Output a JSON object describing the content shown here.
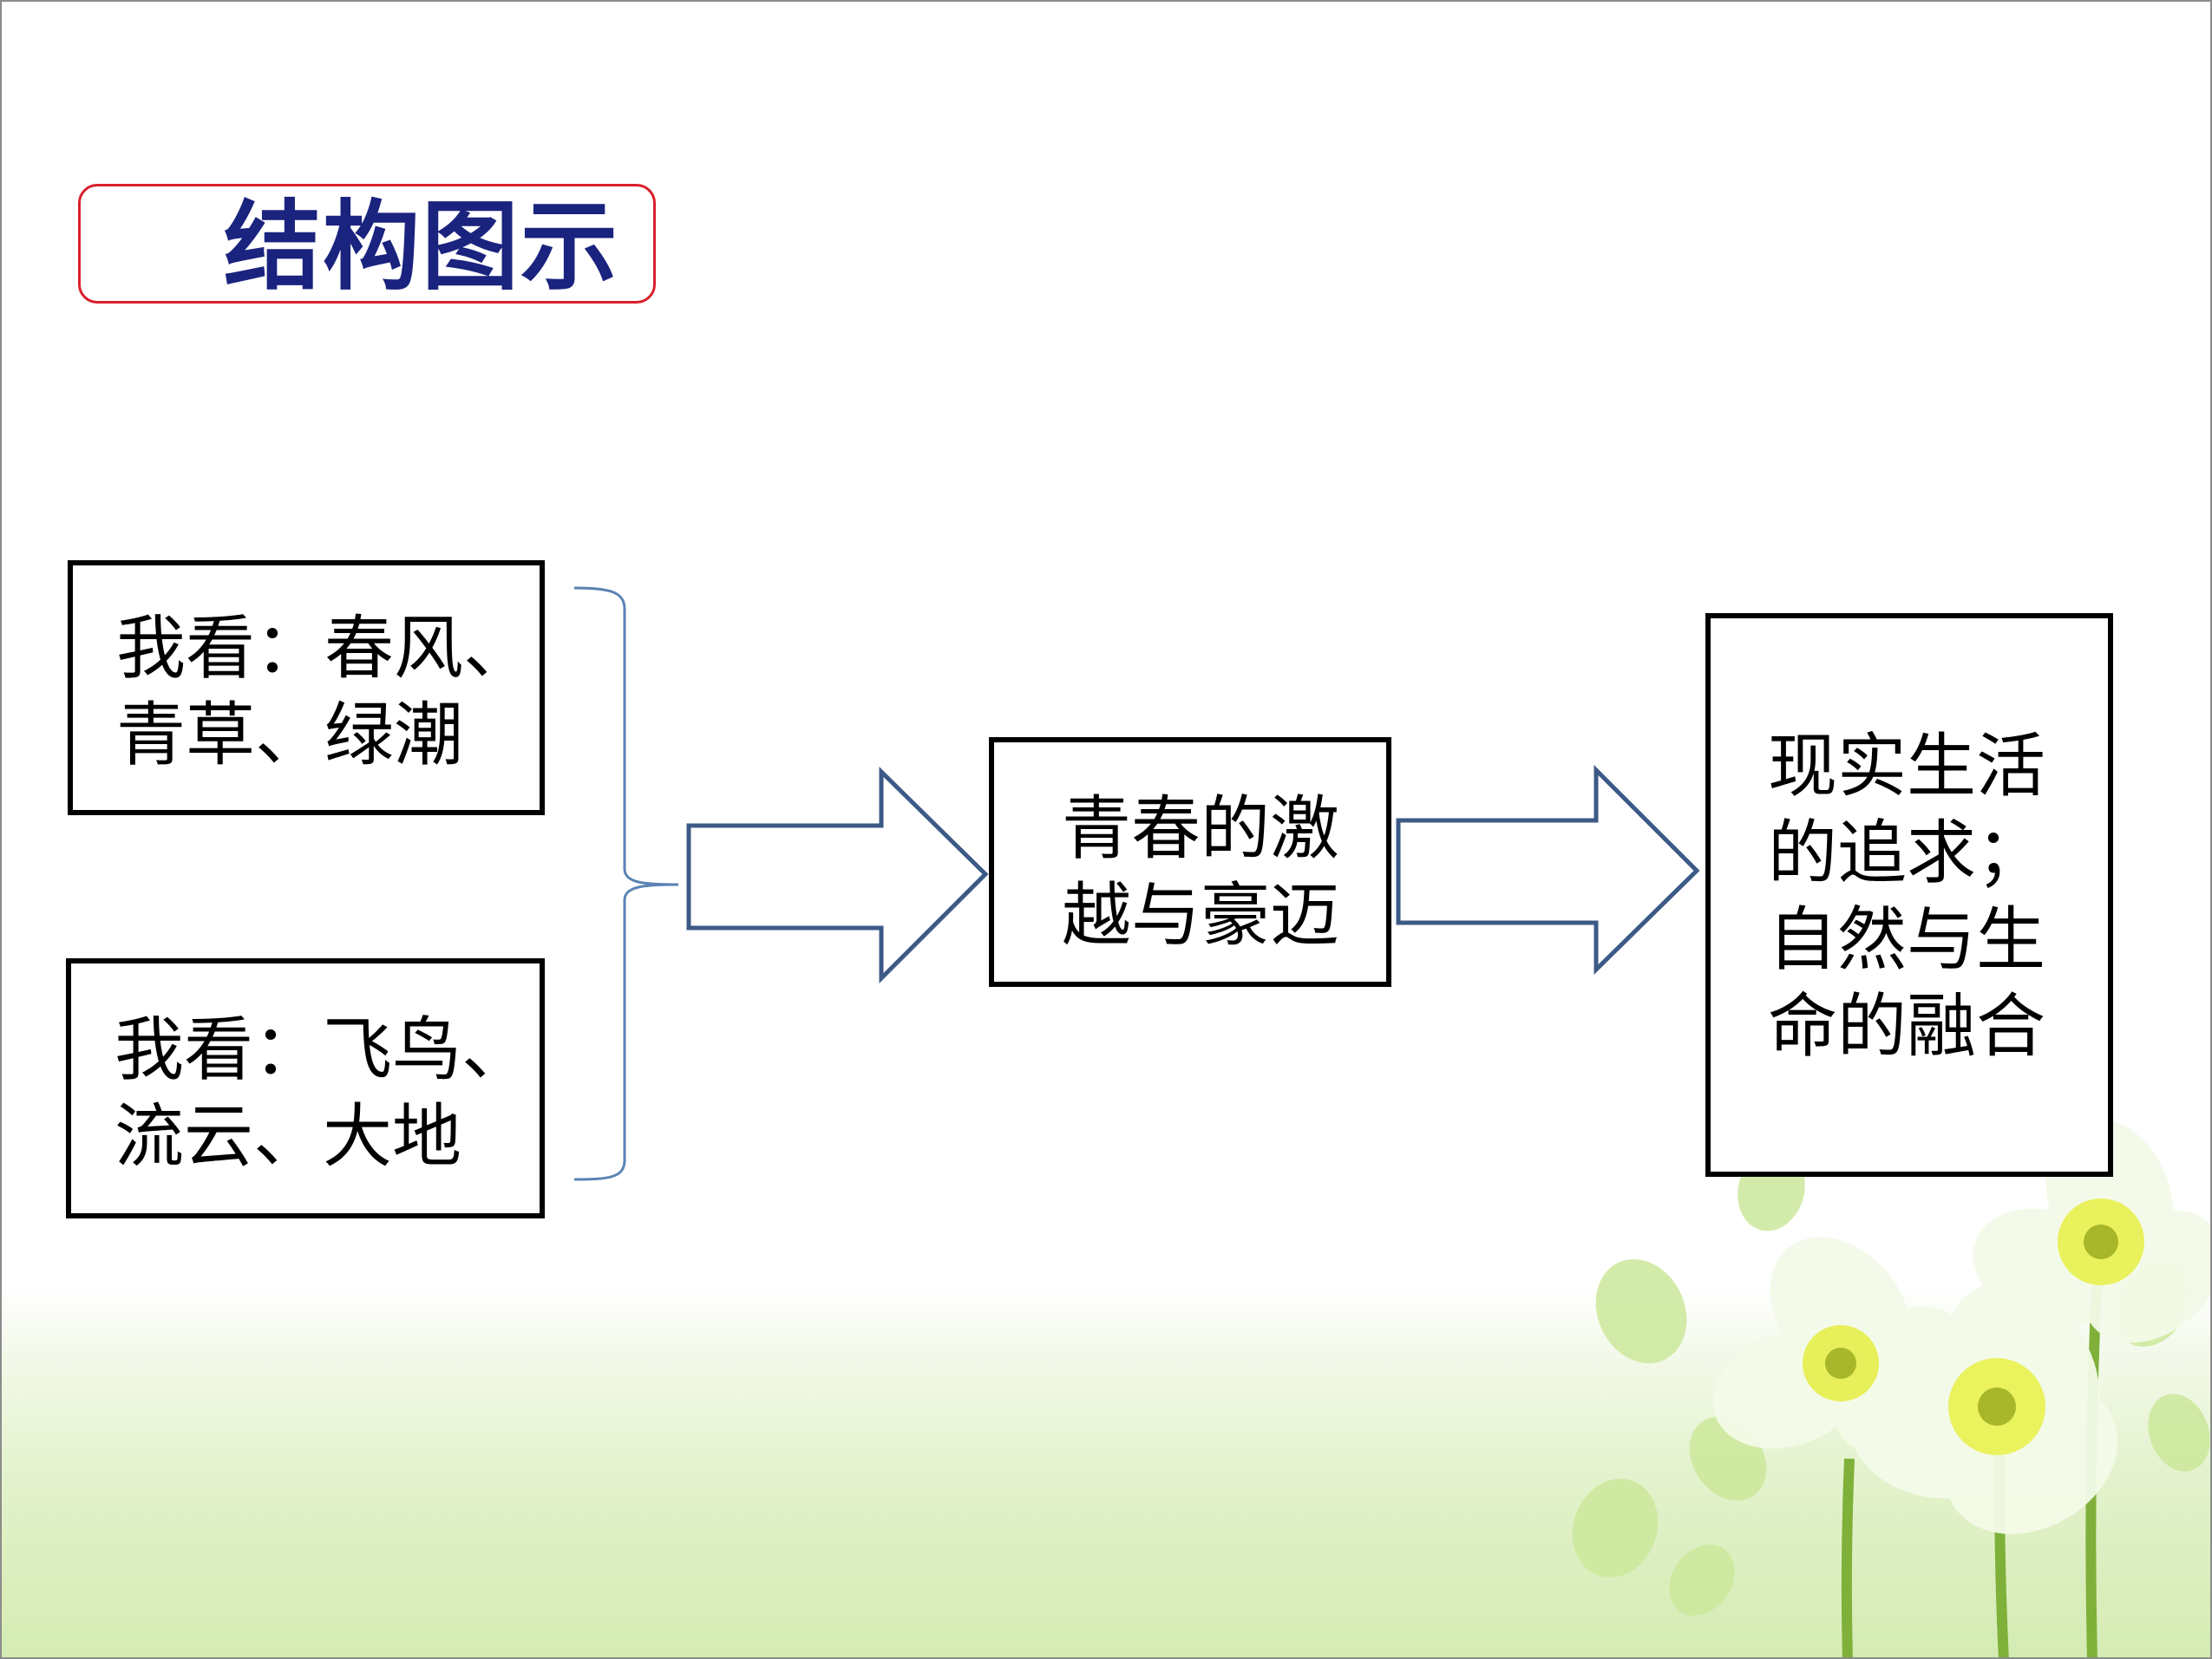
{
  "title": "结构图示",
  "boxes": {
    "observe_spring": "我看：春风、\n青草、绿潮",
    "observe_sky": "我看：飞鸟、\n流云、大地",
    "youth": "青春的激\n越与豪迈",
    "pursuit": "现实生活\n的追求；\n自然与生\n命的融合"
  },
  "colors": {
    "title_text": "#1a237e",
    "title_border": "#d8202c",
    "arrow_stroke": "#3c5a86",
    "brace_stroke": "#5a82b4",
    "box_border": "#000000"
  }
}
